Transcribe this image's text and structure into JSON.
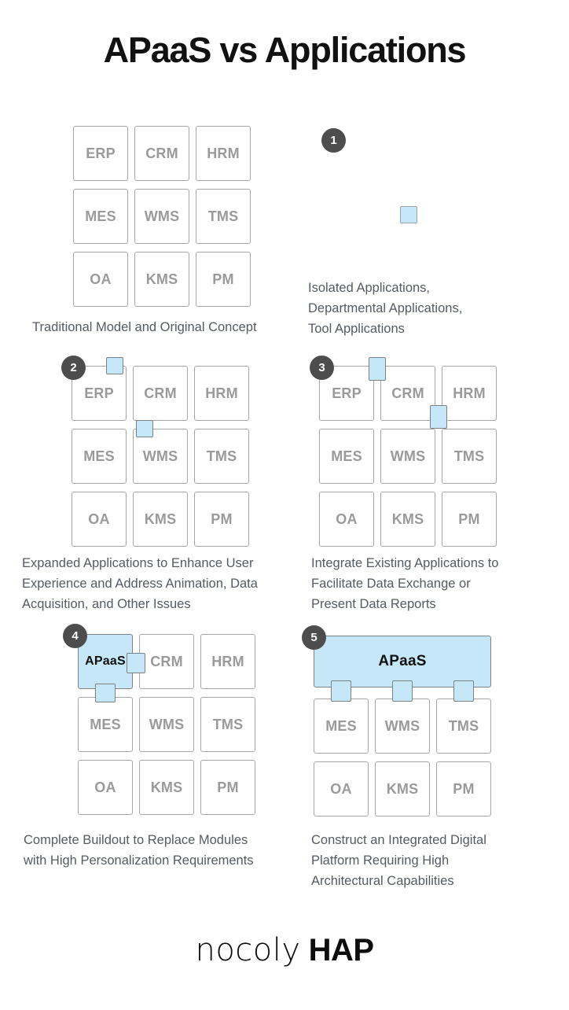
{
  "page": {
    "title": "APaaS vs Applications",
    "background": "#ffffff",
    "accent_blue": "#c6e7f8",
    "badge_color": "#4d4d4d",
    "module_text_color": "#9a9a9a",
    "caption_color": "#545b62"
  },
  "modules": {
    "row1": [
      "ERP",
      "CRM",
      "HRM"
    ],
    "row2": [
      "MES",
      "WMS",
      "TMS"
    ],
    "row3": [
      "OA",
      "KMS",
      "PM"
    ],
    "apaas": "APaaS"
  },
  "panels": [
    {
      "number": "1",
      "caption": "Isolated Applications,\nDepartmental Applications,\nTool Applications",
      "grid_caption": "Traditional Model and Original Concept"
    },
    {
      "number": "2",
      "caption": "Expanded Applications to Enhance User\nExperience and Address Animation, Data\nAcquisition, and Other Issues"
    },
    {
      "number": "3",
      "caption": "Integrate Existing Applications to\nFacilitate Data Exchange or\nPresent Data Reports"
    },
    {
      "number": "4",
      "caption": "Complete Buildout to Replace Modules\nwith High Personalization Requirements"
    },
    {
      "number": "5",
      "caption": "Construct an Integrated Digital\nPlatform Requiring High\nArchitectural Capabilities"
    }
  ],
  "footer": {
    "logo_thin": "nocoly",
    "logo_bold": "HAP"
  }
}
